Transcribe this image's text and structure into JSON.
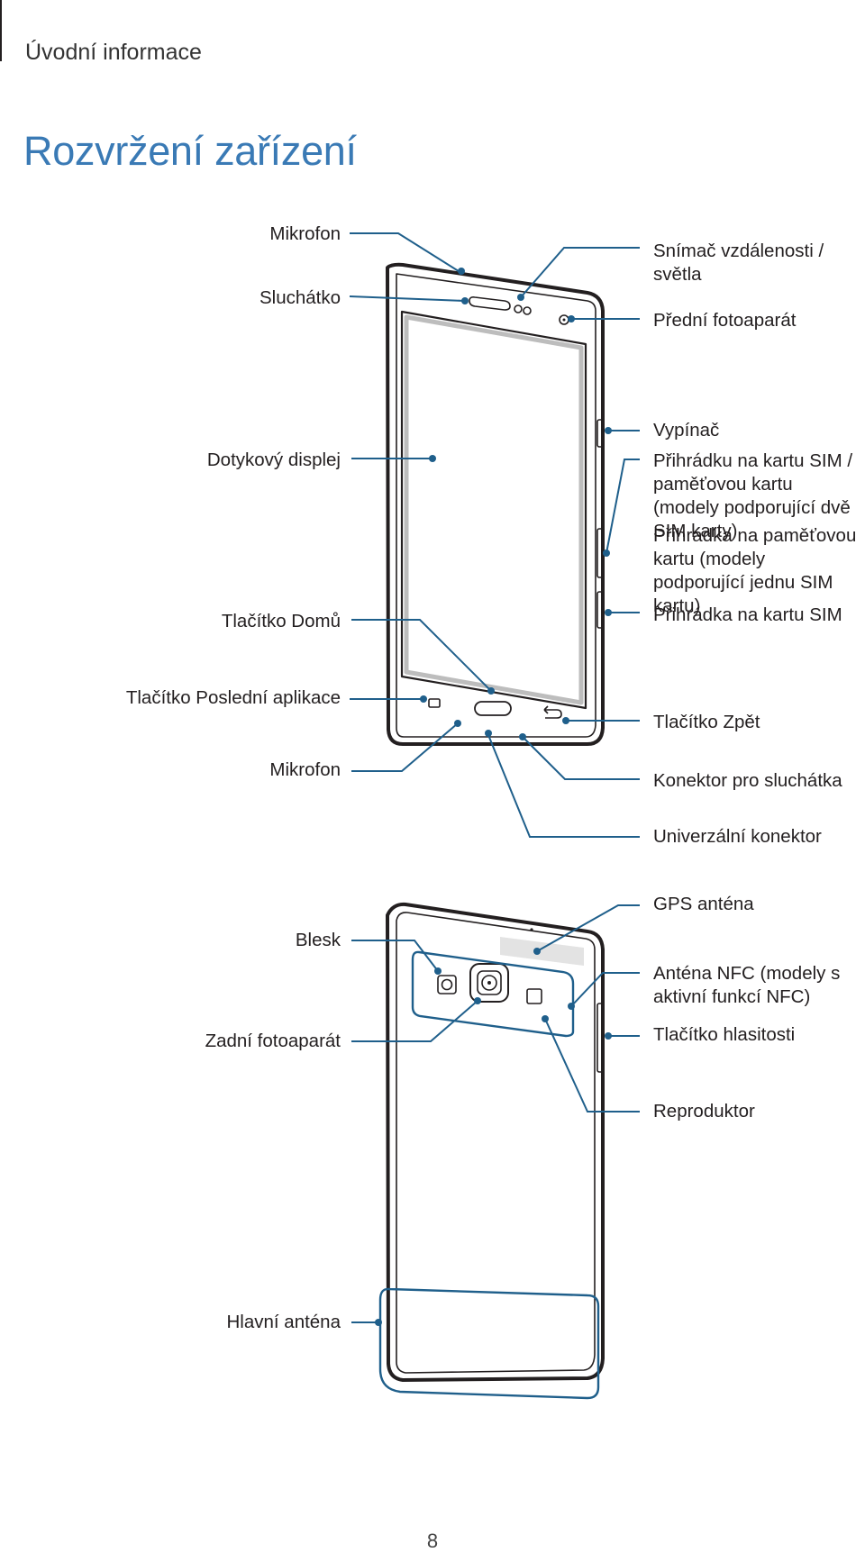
{
  "header": {
    "section": "Úvodní informace"
  },
  "page_title": "Rozvržení zařízení",
  "front_labels": {
    "mic_top": "Mikrofon",
    "earpiece": "Sluchátko",
    "touchscreen": "Dotykový displej",
    "home": "Tlačítko Domů",
    "recent": "Tlačítko Poslední aplikace",
    "mic_bottom": "Mikrofon",
    "proximity": "Snímač vzdálenosti / světla",
    "front_camera": "Přední fotoaparát",
    "power": "Vypínač",
    "sim_mem_dual": "Přihrádku na kartu SIM / paměťovou kartu (modely podporující dvě SIM karty)",
    "mem_single": "Přihrádka na paměťovou kartu (modely podporující jednu SIM kartu)",
    "sim_tray": "Přihrádka na kartu SIM",
    "back": "Tlačítko Zpět",
    "headset": "Konektor pro sluchátka",
    "usb": "Univerzální konektor"
  },
  "back_labels": {
    "flash": "Blesk",
    "rear_camera": "Zadní fotoaparát",
    "main_antenna": "Hlavní anténa",
    "gps": "GPS anténa",
    "nfc": "Anténa NFC (modely s aktivní funkcí NFC)",
    "volume": "Tlačítko hlasitosti",
    "speaker": "Reproduktor"
  },
  "colors": {
    "accent": "#3a7ab5",
    "callout": "#1f5f8b",
    "outline": "#231f20",
    "display_border": "#bdbdbd"
  },
  "icons": [
    "recent-apps-icon",
    "back-arrow-icon",
    "front-camera-icon",
    "rear-camera-icon",
    "flash-icon",
    "speaker-grille-icon"
  ],
  "page_number": "8"
}
